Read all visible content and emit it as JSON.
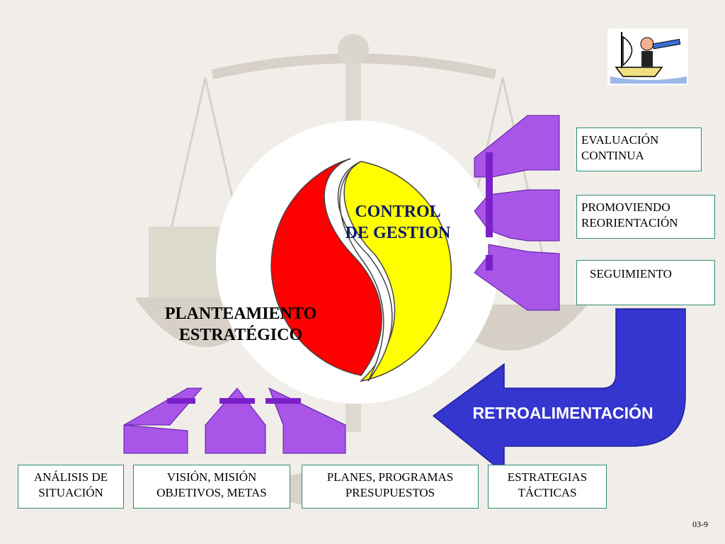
{
  "diagram": {
    "center_labels": {
      "control_line1": "CONTROL",
      "control_line2": "DE GESTION",
      "planteamiento_line1": "PLANTEAMIENTO",
      "planteamiento_line2": "ESTRATÉGICO"
    },
    "right_boxes": [
      {
        "line1": "EVALUACIÓN",
        "line2": "CONTINUA"
      },
      {
        "line1": "PROMOVIENDO",
        "line2": "REORIENTACIÓN"
      },
      {
        "line1": "SEGUIMIENTO",
        "line2": ""
      }
    ],
    "bottom_boxes": [
      {
        "line1": "ANÁLISIS DE",
        "line2": "SITUACIÓN"
      },
      {
        "line1": "VISIÓN, MISIÓN",
        "line2": "OBJETIVOS, METAS"
      },
      {
        "line1": "PLANES, PROGRAMAS",
        "line2": "PRESUPUESTOS"
      },
      {
        "line1": "ESTRATEGIAS",
        "line2": "TÁCTICAS"
      }
    ],
    "feedback_label": "RETROALIMENTACIÓN",
    "slide_number": "03-9"
  },
  "colors": {
    "yin_red": "#ff0000",
    "yang_yellow": "#ffff00",
    "arrow_purple": "#a855e8",
    "arrow_purple_dark": "#7a22c8",
    "feedback_blue": "#3535d0",
    "label_navy": "#0a1a66",
    "box_border": "#2e8b74"
  },
  "icons": {
    "decor": "scales-of-justice-icon",
    "clipart": "sailor-with-telescope-icon"
  }
}
